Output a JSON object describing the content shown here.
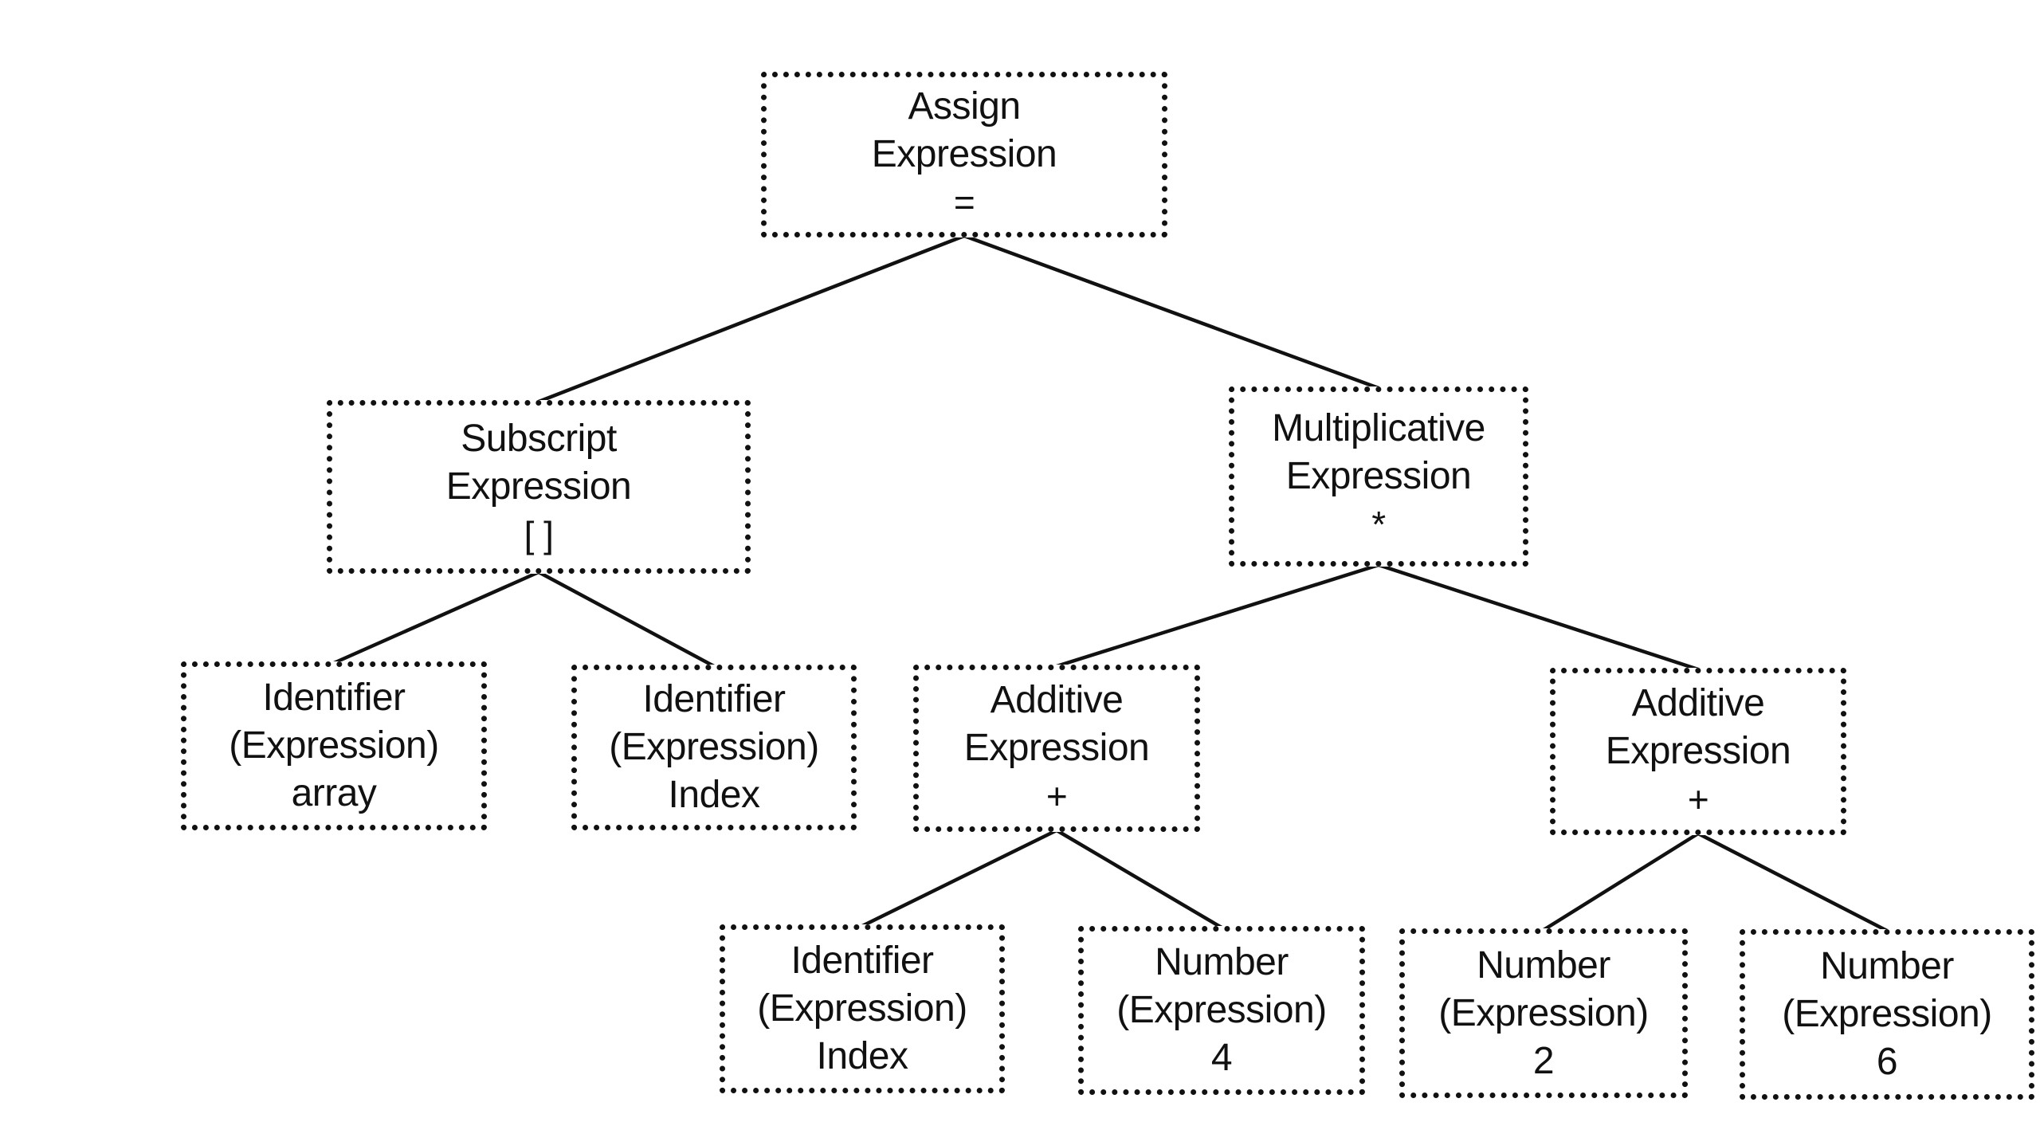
{
  "diagram": {
    "nodes": [
      {
        "id": "assign",
        "lines": [
          "Assign",
          "Expression",
          "="
        ]
      },
      {
        "id": "subscript",
        "lines": [
          "Subscript",
          "Expression",
          "[ ]"
        ]
      },
      {
        "id": "multiplicative",
        "lines": [
          "Multiplicative",
          "Expression",
          "*"
        ]
      },
      {
        "id": "ident-array",
        "lines": [
          "Identifier",
          "(Expression)",
          "array"
        ]
      },
      {
        "id": "ident-index-1",
        "lines": [
          "Identifier",
          "(Expression)",
          "Index"
        ]
      },
      {
        "id": "additive-left",
        "lines": [
          "Additive",
          "Expression",
          "+"
        ]
      },
      {
        "id": "additive-right",
        "lines": [
          "Additive",
          "Expression",
          "+"
        ]
      },
      {
        "id": "ident-index-2",
        "lines": [
          "Identifier",
          "(Expression)",
          "Index"
        ]
      },
      {
        "id": "number-4",
        "lines": [
          "Number",
          "(Expression)",
          "4"
        ]
      },
      {
        "id": "number-2",
        "lines": [
          "Number",
          "(Expression)",
          "2"
        ]
      },
      {
        "id": "number-6",
        "lines": [
          "Number",
          "(Expression)",
          "6"
        ]
      }
    ],
    "edges": [
      [
        "assign",
        "subscript"
      ],
      [
        "assign",
        "multiplicative"
      ],
      [
        "subscript",
        "ident-array"
      ],
      [
        "subscript",
        "ident-index-1"
      ],
      [
        "multiplicative",
        "additive-left"
      ],
      [
        "multiplicative",
        "additive-right"
      ],
      [
        "additive-left",
        "ident-index-2"
      ],
      [
        "additive-left",
        "number-4"
      ],
      [
        "additive-right",
        "number-2"
      ],
      [
        "additive-right",
        "number-6"
      ]
    ]
  }
}
